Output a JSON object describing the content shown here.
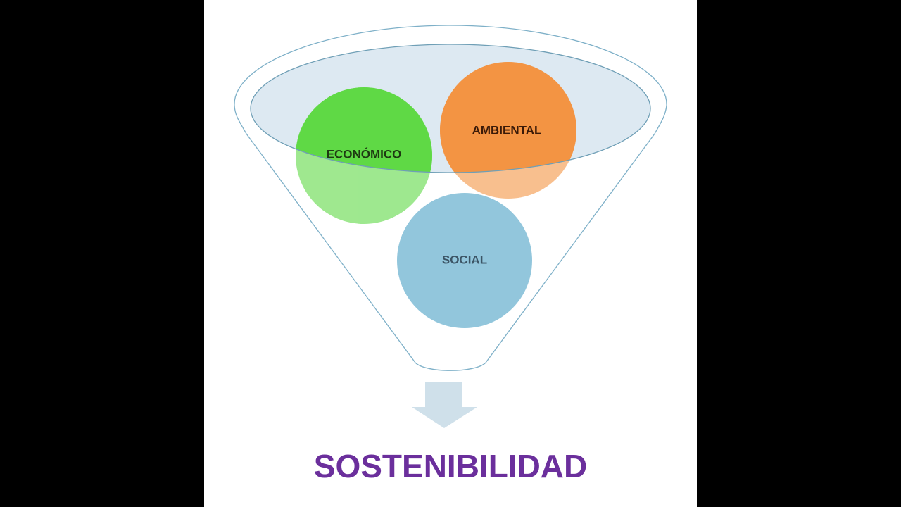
{
  "diagram": {
    "title": "SOSTENIBILIDAD",
    "circles": [
      {
        "label": "ECONÓMICO",
        "color": "#5fd945",
        "text_color": "#1e3a12"
      },
      {
        "label": "AMBIENTAL",
        "color": "#f39443",
        "text_color": "#3a1a08"
      },
      {
        "label": "SOCIAL",
        "color": "#92c6dc",
        "text_color": "#3c5566"
      }
    ],
    "title_color": "#6b2f9c",
    "funnel_color": "#7eb0c8",
    "arrow_color": "#cfe0ea"
  }
}
